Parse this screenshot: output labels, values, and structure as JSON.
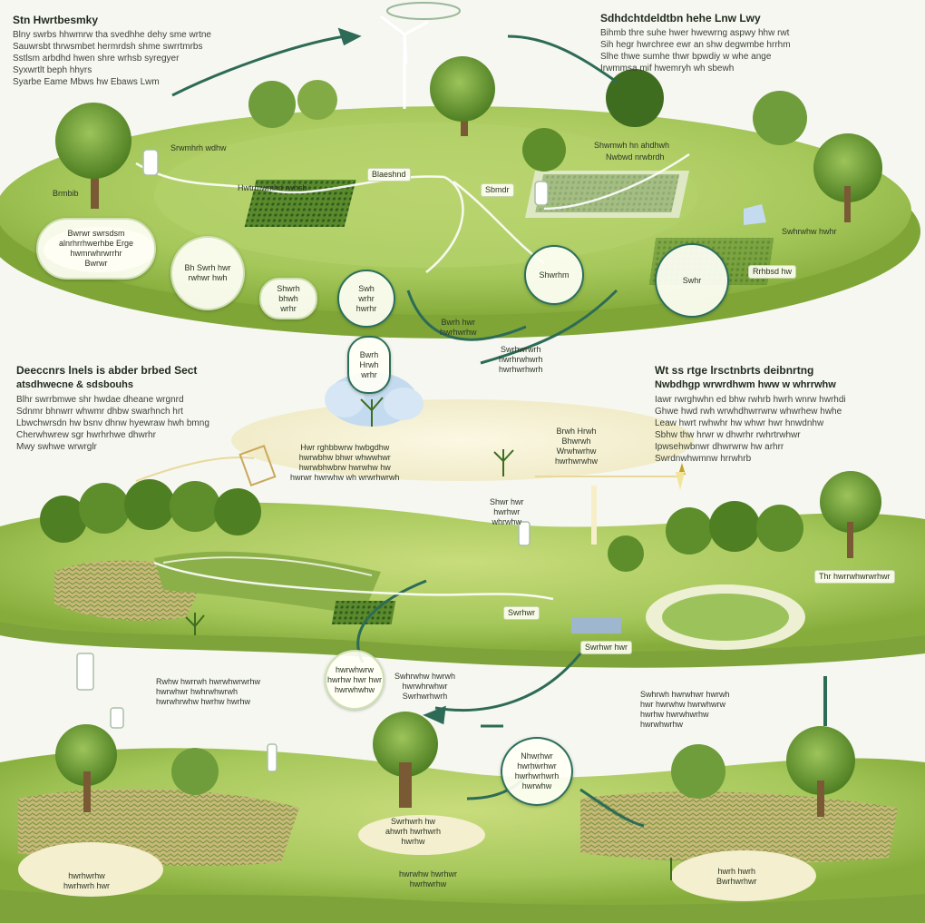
{
  "colors": {
    "land_light": "#b9d36c",
    "land_mid": "#8fb545",
    "land_dark": "#6f9a33",
    "tree": "#5d8e2b",
    "tree_dark": "#3f6d1f",
    "trunk": "#7a5a35",
    "flow_line": "#2d6b57",
    "cream": "#f4efcf"
  },
  "icons": [
    "tree-icon",
    "wind-turbine-icon",
    "sprinkler-icon",
    "water-drop-icon",
    "arrow-icon",
    "plant-icon"
  ],
  "top_left_block": {
    "title": "Stn Hwrtbesmky",
    "lines": [
      "Blny swrbs hhwmrw tha svedhhe dehy sme wrtne",
      "Sauwrsbt thrwsmbet hermrdsh shme swrrtmrbs",
      "Sstlsm arbdhd hwen shre wrhsb syregyer",
      "Syxwrtlt beph hhyrs",
      "Syarbe Eame Mbws hw Ebaws Lwm"
    ]
  },
  "top_right_block": {
    "title": "Sdhdchtdeldtbn hehe Lnw Lwy",
    "lines": [
      "Bihmb thre suhe hwer hwewrng aspwy hhw rwt",
      "Sih hegr hwrchree ewr an shw degwmbe hrrhm",
      "Slhe thwe sumhe thwr bpwdiy w whe ange",
      "Irwmmsa mif hwemryh wh sbewh"
    ]
  },
  "mid_left_block": {
    "title": "Deeccnrs lnels is abder brbed Sect",
    "subtitle": "atsdhwecne & sdsbouhs",
    "lines": [
      "Blhr swrrbmwe shr hwdae dheane wrgnrd",
      "Sdnmr bhnwrr whwmr dhbw swarhnch hrt",
      "Lbwchwrsdn hw bsnv dhnw hyewraw hwh bmng",
      "Cherwhwrew sgr hwrhrhwe dhwrhr",
      "Mwy swhwe wrwrglr"
    ]
  },
  "mid_right_block": {
    "title": "Wt ss rtge lrsctnbrts deibnrtng",
    "subtitle": "Nwbdhgp wrwrdhwm hww w whrrwhw",
    "lines": [
      "Iawr rwrghwhn ed bhw rwhrb hwrh wnrw hwrhdi",
      "Ghwe hwd rwh wrwhdhwrrwrw whwrhew hwhe",
      "Leaw hwrt rwhwhr hw whwr hwr hnwdnhw",
      "Sbhw thw hrwr w dhwrhr rwhrtrwhwr",
      "Ipwsehwbnwr dhwrwrw hw arhrr",
      "Swrdnwhwmnw hrrwhrb"
    ]
  },
  "top_labels": [
    {
      "text": "Brmbib"
    },
    {
      "text": "Blaeshnd"
    },
    {
      "text": "Sbmdr"
    },
    {
      "text": "Hwtrmwmhd rwhsb"
    },
    {
      "text": "Srwmhrh wdhw"
    },
    {
      "text": "Shwmwh hn ahdhwh"
    },
    {
      "text": "Nwbwd nrwbrdh"
    },
    {
      "text": "Swhrwhw hwhr"
    },
    {
      "text": "Rrhbsd hw"
    }
  ],
  "top_bubbles": [
    {
      "text": "Bwrwr swrsdsm\nalnrhrrhwerhbe Erge\nhwmrwhrwrrhr\nBwrwr"
    },
    {
      "text": "Bh Swrh hwr\nrwhwr hwh"
    },
    {
      "text": "Shwrh\nbhwh\nwrhr"
    },
    {
      "text": "Swh\nwrhr\nhwrhr"
    },
    {
      "text": "Bwrh\nHrwh\nwrhr"
    },
    {
      "text": "Shwrhm"
    },
    {
      "text": "Swhr"
    }
  ],
  "middle_labels": [
    {
      "text": "Hwr rghbbwrw hwbgdhw\nhwrwbhw bhwr whwwhwr\nhwrwbhwbrw hwrwhw hw\nhwrwr hwrwhw wh wrwrhwrwh"
    },
    {
      "text": "Brwh Hrwh\nBhwrwh\nWrwhwrhw\nhwrhwrwhw"
    },
    {
      "text": "Shwr hwr\nhwrhwr\nwhrwhw"
    },
    {
      "text": "Swrhwrwrh\nhwrhrwhwrh\nhwrhwrhwrh"
    },
    {
      "text": "Bwrh hwr\nhwrhwrhw"
    }
  ],
  "middle_tags": [
    {
      "text": "Thr hwrrwhwrwrhwr"
    },
    {
      "text": "Swrhwr"
    },
    {
      "text": "Swrhwr hwr"
    }
  ],
  "lower_labels": [
    {
      "text": "Rwhw hwrrwh hwrwhwrwrhw\nhwrwhwr hwhrwhwrwh\nhwrwhrwhw hwrhw hwrhw"
    },
    {
      "text": "hwrwhwrw\nhwrhw hwr hwr\nhwrwhwhw"
    },
    {
      "text": "Swhrwhw hwrwh\nhwrwhrwhwr\nSwrhwrhwrh"
    },
    {
      "text": "Swhrwh hwrwhwr hwrwh\nhwr hwrwhw hwrwhwrw\nhwrhw hwrwhwrhw\nhwrwhwrhw"
    }
  ],
  "bottom_labels": [
    {
      "text": "Nhwrhwr\nhwrhwrhwr\nhwrhwrhwrh\nhwrwhw"
    },
    {
      "text": "Swrhwrh hw\nahwrh hwrhwrh\nhwrhw"
    },
    {
      "text": "hwrhwrhw\nhwrhwrh hwr"
    },
    {
      "text": "hwrwhw hwrhwr\nhwrhwrhw"
    },
    {
      "text": "hwrh hwrh\nBwrhwrhwr"
    }
  ]
}
